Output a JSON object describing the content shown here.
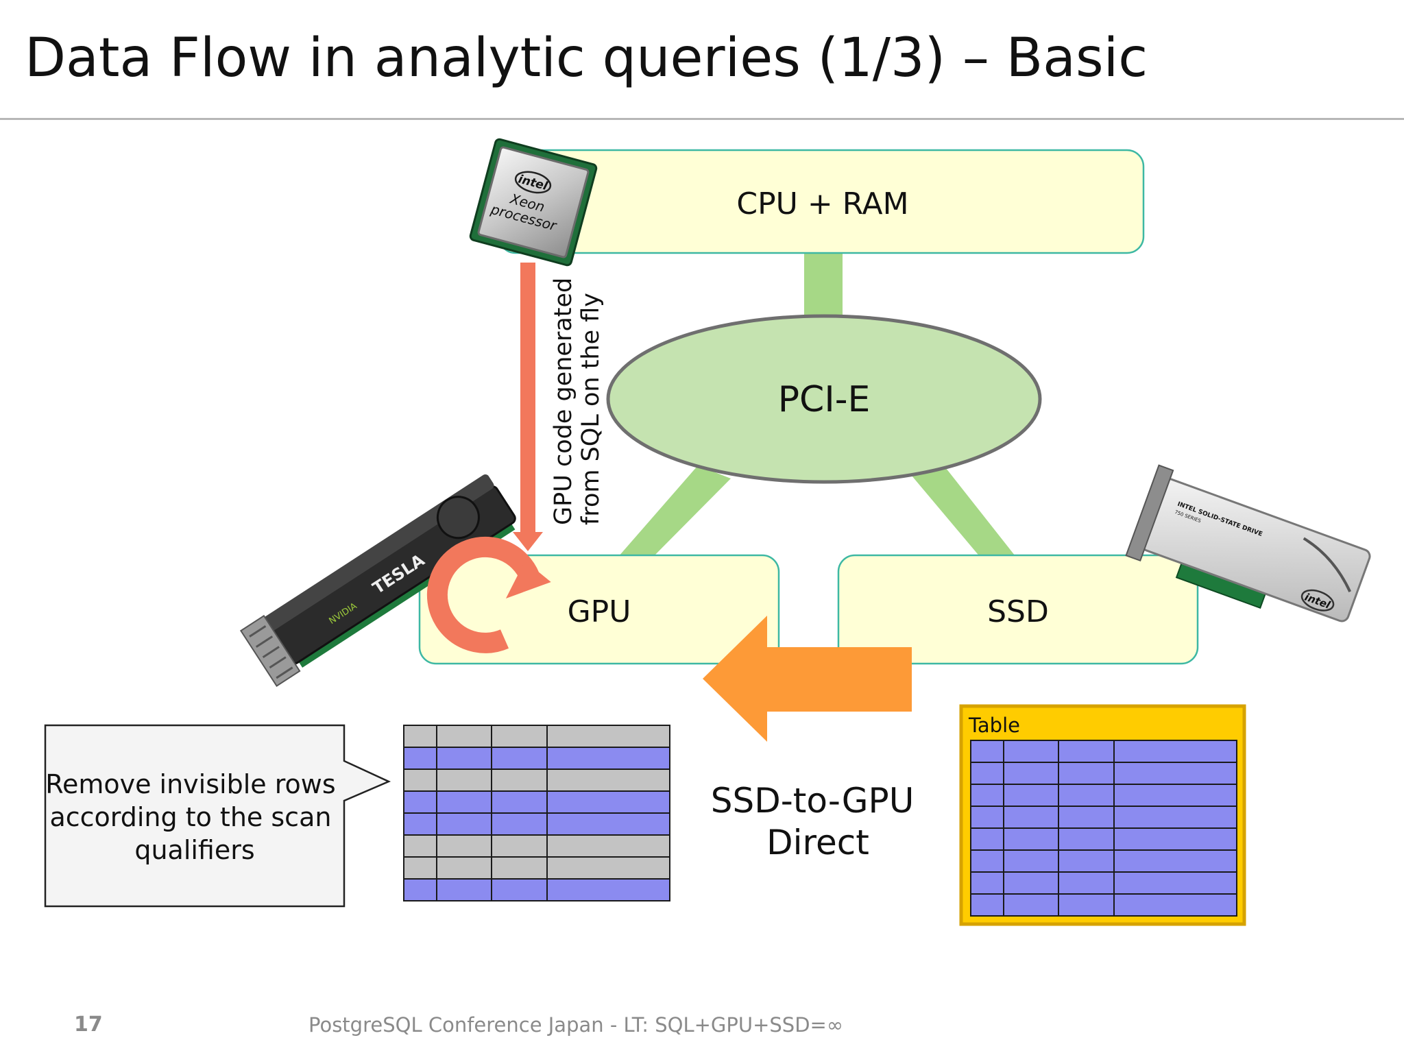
{
  "slide": {
    "title": "Data Flow in analytic queries (1/3) – Basic",
    "page_number": "17",
    "footer": "PostgreSQL Conference Japan - LT: SQL+GPU+SSD=∞"
  },
  "nodes": {
    "cpu_ram": "CPU + RAM",
    "pcie": "PCI-E",
    "gpu": "GPU",
    "ssd": "SSD"
  },
  "hardware": {
    "cpu_chip": {
      "brand": "intel",
      "line1": "Xeon",
      "line2": "processor"
    },
    "gpu_card": {
      "vendor": "NVIDIA",
      "model": "TESLA"
    },
    "ssd_card": {
      "label": "INTEL SOLID-STATE DRIVE",
      "series": "750 SERIES",
      "brand": "intel"
    }
  },
  "arrows": {
    "gpu_code": {
      "line1": "GPU code generated",
      "line2": "from SQL on the fly"
    },
    "direct": {
      "line1": "SSD-to-GPU",
      "line2": "Direct"
    }
  },
  "callout": {
    "lines": [
      "Remove invisible rows",
      "according to the scan",
      "qualifiers"
    ]
  },
  "filtered_table": {
    "row_states": [
      "header",
      "visible",
      "invisible",
      "visible",
      "visible",
      "invisible",
      "invisible",
      "visible"
    ]
  },
  "source_table": {
    "title": "Table",
    "rows": 8
  },
  "colors": {
    "box_fill": "#ffffd6",
    "box_stroke": "#3db8a3",
    "bus": "#a6d886",
    "pcie_fill": "#c5e3b0",
    "pcie_stroke": "#6f6f6f",
    "code_arrow": "#f2785c",
    "direct_arrow": "#fd9a37",
    "row_visible": "#8b8bf0",
    "row_invisible": "#c3c3c3",
    "table_frame": "#ffcc00",
    "table_frame_stroke": "#d6a200"
  }
}
